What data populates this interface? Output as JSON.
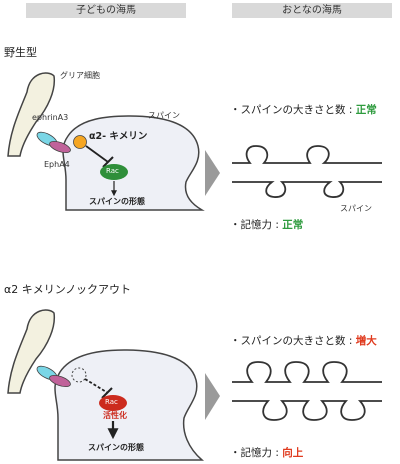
{
  "headers": {
    "child": "子どもの海馬",
    "adult": "おとなの海馬"
  },
  "wildtype": {
    "title": "野生型",
    "glia": "グリア細胞",
    "spine": "スパイン",
    "ephrin": "ephrinA3",
    "epha4": "EphA4",
    "chimerin": "α2- キメリン",
    "rac": "Rac",
    "formation": "スパインの形態",
    "size_label": "・スパインの大きさと数 : ",
    "size_value": "正常",
    "adult_spine": "スパイン",
    "memory_label": "・記憶力 : ",
    "memory_value": "正常"
  },
  "knockout": {
    "title": "α2 キメリンノックアウト",
    "rac": "Rac",
    "activation": "活性化",
    "formation": "スパインの形態",
    "size_label": "・スパインの大きさと数 : ",
    "size_value": "増大",
    "memory_label": "・記憶力 : ",
    "memory_value": "向上"
  },
  "colors": {
    "cell": "#eef0f6",
    "glia": "#f3f1e0",
    "rac_wt": "#2f8f3a",
    "rac_ko": "#cc2b1e",
    "ephrin": "#7ad6e6",
    "epha4": "#c0629a",
    "chimerin": "#f5a623",
    "arrow": "#9a9a9a",
    "ok": "#2e9b3e",
    "up": "#e03a1e"
  }
}
